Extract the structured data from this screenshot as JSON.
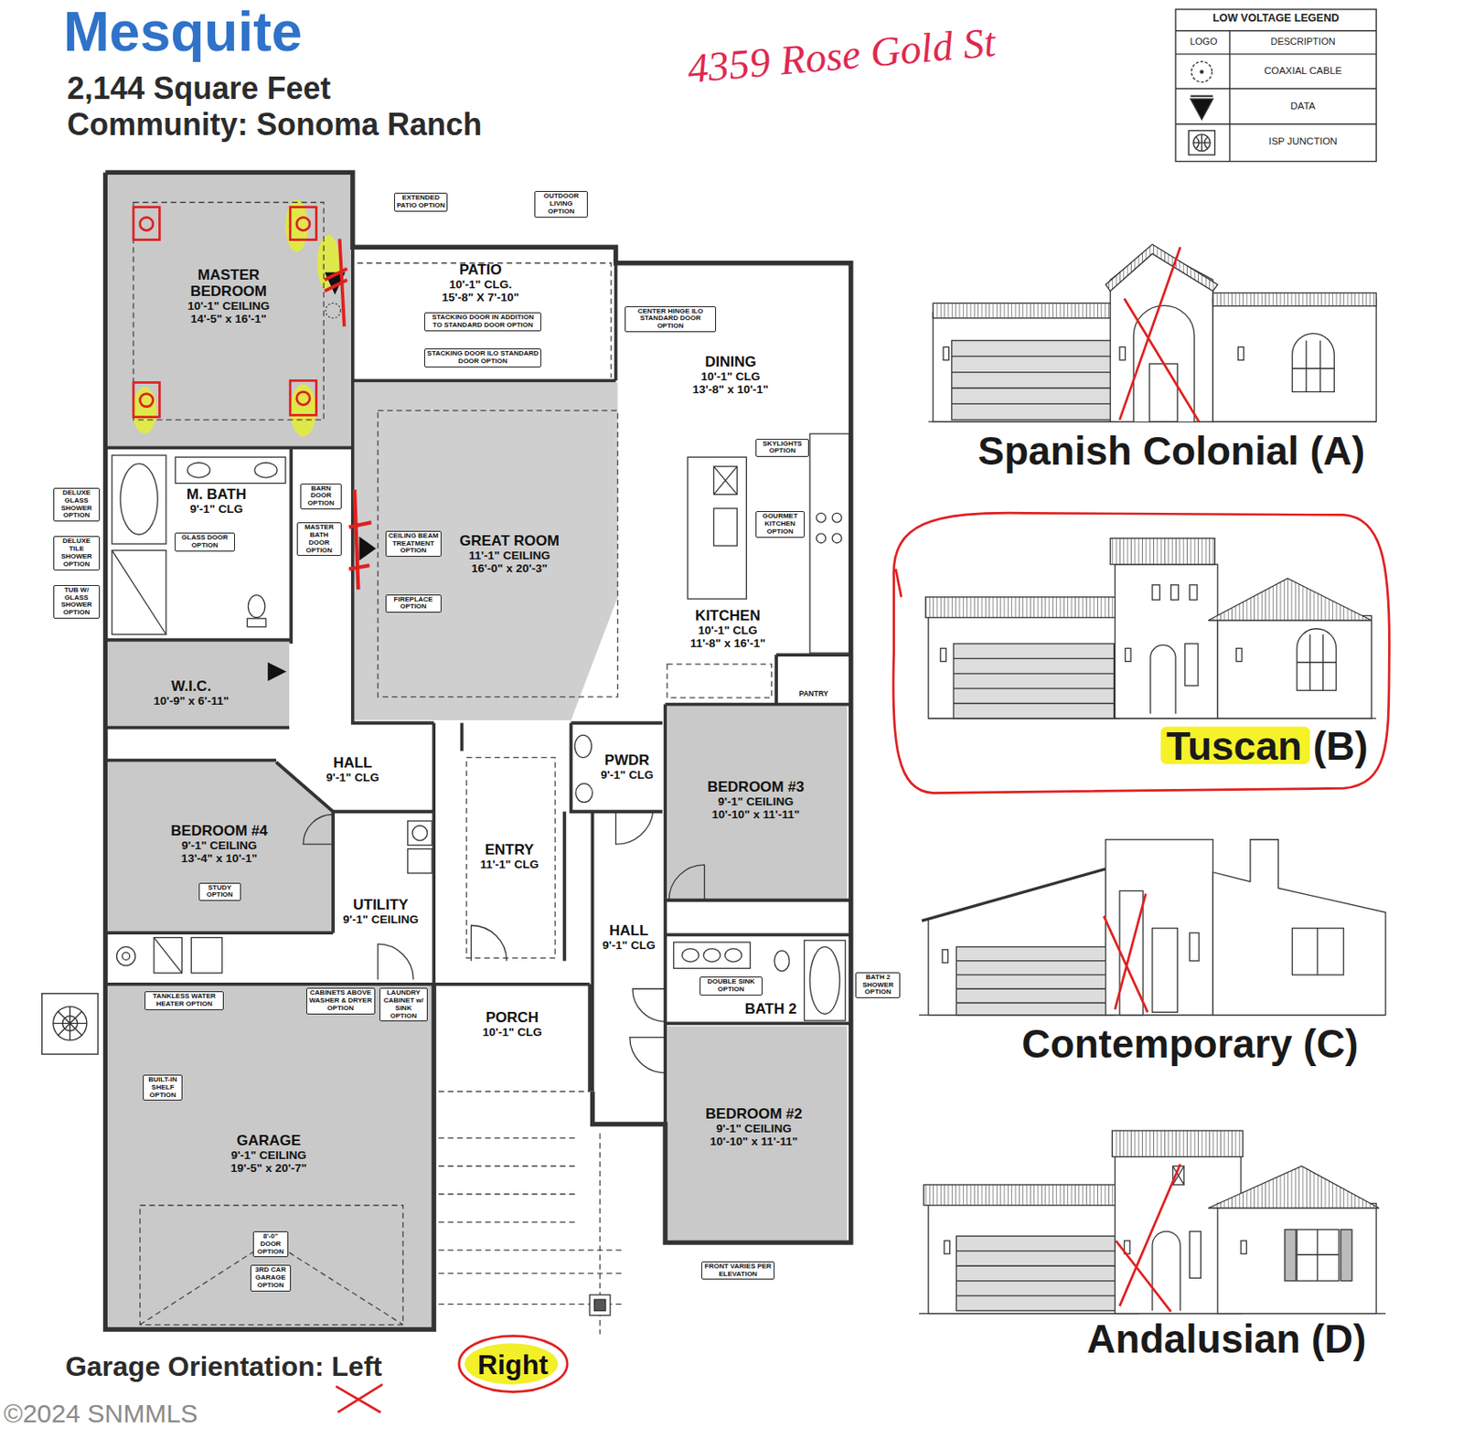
{
  "diagram": {
    "title": "Mesquite",
    "nodes": [
      {
        "text": [
          "EXTENDED PATIO OPTION"
        ]
      },
      {
        "text": [
          "OUTDOOR LIVING OPTION"
        ]
      },
      {
        "text": [
          "MASTER BEDROOM",
          "10'-1\" CEILING",
          "14'-5\" x 16'-1\""
        ]
      },
      {
        "text": [
          "PATIO",
          "10'-1\" CLG.",
          "15'-8\" X 7'-10\""
        ]
      },
      {
        "text": [
          "STACKING DOOR IN ADDITION TO STANDARD DOOR OPTION"
        ],
        "in": 3
      },
      {
        "text": [
          "STACKING DOOR ILO STANDARD DOOR OPTION"
        ],
        "in": 3
      },
      {
        "text": [
          "DINING",
          "10'-1\" CLG",
          "13'-8\" x 10'-1\""
        ]
      },
      {
        "text": [
          "CENTER HINGE ILO STANDARD DOOR OPTION"
        ],
        "in": 6
      },
      {
        "text": [
          "GREAT ROOM",
          "11'-1\" CEILING",
          "16'-0\" x 20'-3\""
        ]
      },
      {
        "text": [
          "CEILING BEAM TREATMENT OPTION"
        ],
        "in": 8
      },
      {
        "text": [
          "FIREPLACE OPTION"
        ],
        "in": 8
      },
      {
        "text": [
          "KITCHEN",
          "10'-1\" CLG",
          "11'-8\" x 16'-1\""
        ]
      },
      {
        "text": [
          "SKYLIGHTS OPTION"
        ],
        "in": 11
      },
      {
        "text": [
          "GOURMET KITCHEN OPTION"
        ],
        "in": 11
      },
      {
        "text": [
          "PANTRY"
        ],
        "in": 11
      },
      {
        "text": [
          "M. BATH",
          "9'-1\" CLG"
        ]
      },
      {
        "text": [
          "GLASS DOOR OPTION"
        ],
        "in": 15
      },
      {
        "text": [
          "DELUXE GLASS SHOWER OPTION"
        ]
      },
      {
        "text": [
          "DELUXE TILE SHOWER OPTION"
        ]
      },
      {
        "text": [
          "TUB W/ GLASS SHOWER OPTION"
        ]
      },
      {
        "text": [
          "BARN DOOR OPTION"
        ]
      },
      {
        "text": [
          "MASTER BATH DOOR OPTION"
        ]
      },
      {
        "text": [
          "W.I.C.",
          "10'-9\" x 6'-11\""
        ]
      },
      {
        "text": [
          "HALL",
          "9'-1\" CLG"
        ]
      },
      {
        "text": [
          "PWDR",
          "9'-1\" CLG"
        ]
      },
      {
        "text": [
          "BEDROOM #3",
          "9'-1\" CEILING",
          "10'-10\" x 11'-11\""
        ]
      },
      {
        "text": [
          "BEDROOM #4",
          "9'-1\" CEILING",
          "13'-4\" x 10'-1\""
        ]
      },
      {
        "text": [
          "STUDY OPTION"
        ],
        "in": 26
      },
      {
        "text": [
          "ENTRY",
          "11'-1\" CLG"
        ]
      },
      {
        "text": [
          "UTILITY",
          "9'-1\" CEILING"
        ]
      },
      {
        "text": [
          "HALL",
          "9'-1\" CLG"
        ]
      },
      {
        "text": [
          "BATH 2"
        ]
      },
      {
        "text": [
          "DOUBLE SINK OPTION"
        ],
        "in": 31
      },
      {
        "text": [
          "BATH 2 SHOWER OPTION"
        ]
      },
      {
        "text": [
          "GARAGE",
          "9'-1\" CEILING",
          "19'-5\" x 20'-7\""
        ]
      },
      {
        "text": [
          "TANKLESS WATER HEATER OPTION"
        ],
        "in": 34
      },
      {
        "text": [
          "CABINETS ABOVE WASHER & DRYER OPTION"
        ],
        "in": 34
      },
      {
        "text": [
          "LAUNDRY CABINET w/ SINK OPTION"
        ],
        "in": 34
      },
      {
        "text": [
          "BUILT-IN SHELF OPTION"
        ],
        "in": 34
      },
      {
        "text": [
          "8'-0\" DOOR OPTION"
        ],
        "in": 34
      },
      {
        "text": [
          "3RD CAR GARAGE OPTION"
        ],
        "in": 34
      },
      {
        "text": [
          "PORCH",
          "10'-1\" CLG"
        ]
      },
      {
        "text": [
          "BEDROOM #2",
          "9'-1\" CEILING",
          "10'-10\" x 11'-11\""
        ]
      },
      {
        "text": [
          "FRONT VARIES PER ELEVATION"
        ]
      }
    ],
    "labels": [
      "2,144 Square Feet",
      "Community: Sonoma Ranch",
      "4359 Rose Gold St",
      "LOW VOLTAGE LEGEND",
      "LOGO",
      "DESCRIPTION",
      "Spanish Colonial (A)",
      "Tuscan (B)",
      "Contemporary (C)",
      "Andalusian (D)",
      "Garage Orientation: Left",
      "Right",
      "©2024 SNMMLS"
    ],
    "legend": [
      {
        "text": "COAXIAL CABLE"
      },
      {
        "text": "DATA"
      },
      {
        "text": "ISP JUNCTION"
      }
    ]
  }
}
